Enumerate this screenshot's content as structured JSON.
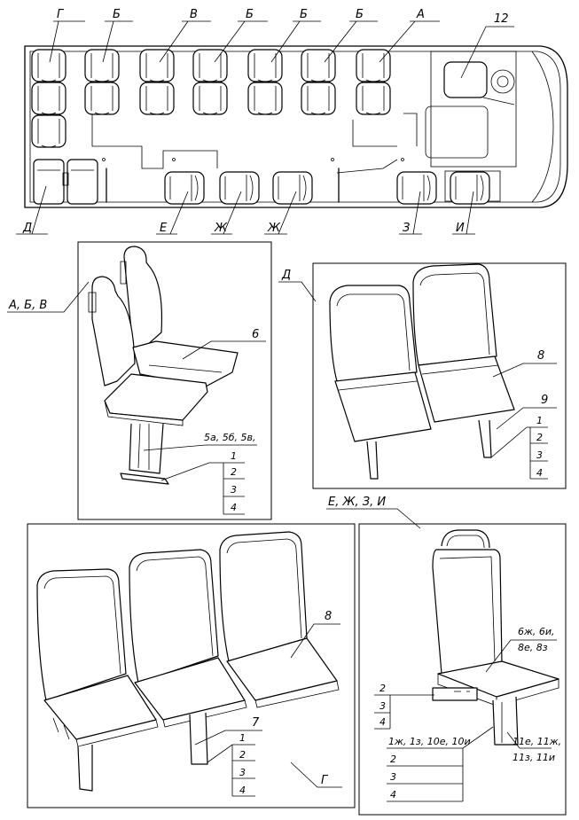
{
  "plan": {
    "labels": {
      "g": "Г",
      "b1": "Б",
      "v": "В",
      "b2": "Б",
      "b3": "Б",
      "b4": "Б",
      "a": "А",
      "n12": "12",
      "d": "Д",
      "e": "Е",
      "zh1": "Ж",
      "zh2": "Ж",
      "z": "З",
      "i": "И"
    }
  },
  "panel_abv": {
    "title": "А, Б, В",
    "items": {
      "n6": "6",
      "n5": "5а, 5б, 5в,",
      "c1": "1",
      "c2": "2",
      "c3": "3",
      "c4": "4"
    }
  },
  "panel_d": {
    "title": "Д",
    "items": {
      "n8": "8",
      "n9": "9",
      "c1": "1",
      "c2": "2",
      "c3": "3",
      "c4": "4"
    }
  },
  "panel_g": {
    "title": "Г",
    "items": {
      "n8": "8",
      "n7": "7",
      "c1": "1",
      "c2": "2",
      "c3": "3",
      "c4": "4"
    }
  },
  "panel_ezhzi": {
    "title": "Е, Ж, З, И",
    "items": {
      "top1": "6ж, 6и,",
      "top2": "8е, 8з",
      "l2": "2",
      "l3": "3",
      "l4": "4",
      "b1": "1ж, 1з, 10е, 10и",
      "b2": "2",
      "b3": "3",
      "b4": "4",
      "r1": "11е, 11ж,",
      "r2": "11з, 11и"
    }
  }
}
